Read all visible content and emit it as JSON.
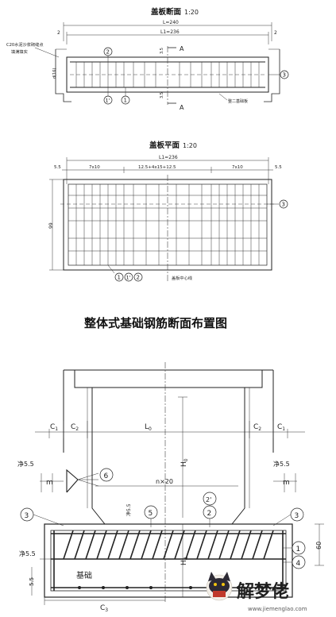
{
  "top_section": {
    "title": "盖板断面",
    "scale": "1:20",
    "dim_l": "L=240",
    "dim_l1": "L1=236",
    "dim_2": "2",
    "dim_left_h": "d(16)",
    "dim_3_5": "3.5",
    "section_mark": "A",
    "bubble_2": "2",
    "bubble_1p": "1'",
    "bubble_1": "1",
    "bubble_3": "3",
    "note_left_1": "C20水泥沙浆砌缝点",
    "note_left_2": "填满填实",
    "note_right": "整二基础板"
  },
  "middle_section": {
    "title": "盖板平面",
    "scale": "1:20",
    "dim_l1": "L1=236",
    "dim_5_5": "5.5",
    "dim_seg_left": "7x10",
    "dim_seg_mid": "12.5+4x15+12.5",
    "dim_seg_right": "7x10",
    "dim_width": "99",
    "bubble_3": "3",
    "bubble_1": "1",
    "bubble_1p": "1'",
    "bubble_2": "2",
    "note_bottom": "盖板中心线"
  },
  "bottom_section": {
    "title": "整体式基础钢筋断面布置图",
    "c1": "C",
    "c1_sub": "1",
    "c2": "C",
    "c2_sub": "2",
    "l0": "L",
    "l0_sub": "0",
    "h0": "H",
    "h0_sub": "0",
    "hd": "H",
    "hd_sub": "d",
    "c3": "C",
    "c3_sub": "3",
    "jing": "净5.5",
    "m": "m",
    "nx20": "n×20",
    "jing55_small": "净5.5",
    "dim_5_5": "5.5",
    "dim_60": "60",
    "jichu": "基础",
    "bubble_1": "1",
    "bubble_2": "2",
    "bubble_2p": "2'",
    "bubble_3": "3",
    "bubble_4": "4",
    "bubble_5": "5",
    "bubble_6": "6"
  },
  "watermark": {
    "brand": "解梦佬",
    "url": "www.jiemenglao.com"
  }
}
